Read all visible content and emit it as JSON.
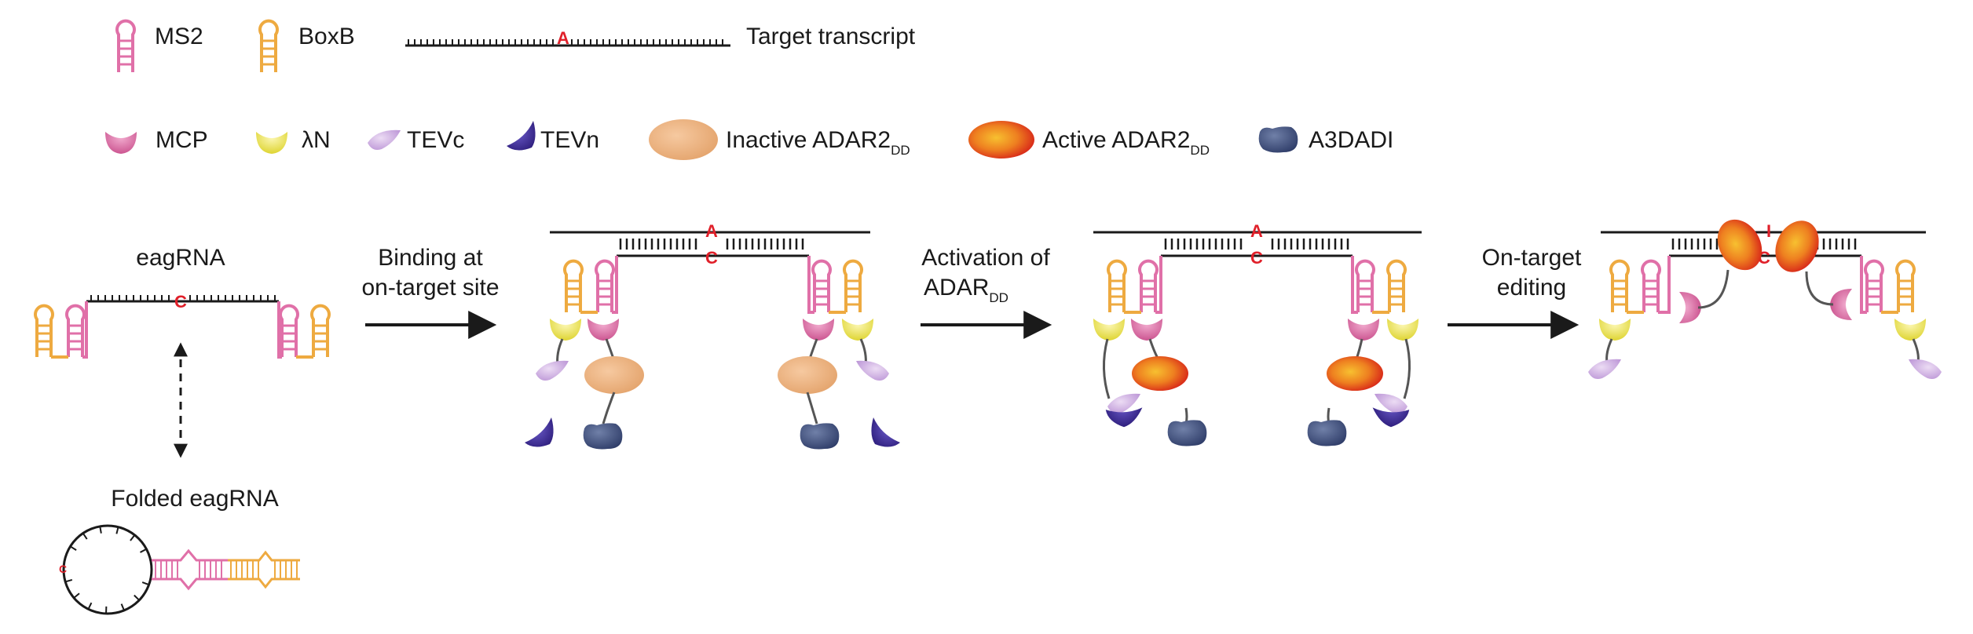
{
  "legend": {
    "ms2": "MS2",
    "boxb": "BoxB",
    "target_transcript": "Target transcript",
    "target_base": "A",
    "mcp": "MCP",
    "lambda_n": "λN",
    "tevc": "TEVc",
    "tevn": "TEVn",
    "inactive_adar_main": "Inactive ADAR2",
    "inactive_adar_sub": "DD",
    "active_adar_main": "Active ADAR2",
    "active_adar_sub": "DD",
    "a3dadi": "A3DADI"
  },
  "diagram": {
    "eagrna_label": "eagRNA",
    "eagrna_base": "C",
    "folded_label": "Folded eagRNA",
    "folded_base": "C",
    "step1_line1": "Binding at",
    "step1_line2": "on-target site",
    "step2_line1": "Activation of",
    "step2_line2_main": "ADAR",
    "step2_line2_sub": "DD",
    "step3_line1": "On-target",
    "step3_line2": "editing",
    "target_base": "A",
    "guide_base": "C",
    "edited_base": "I"
  },
  "colors": {
    "ms2": "#e070a8",
    "boxb": "#eeaa40",
    "mcp": "#d9609a",
    "lambda_n": "#e8e040",
    "tevc": "#c9a8dc",
    "tevn": "#3d2c94",
    "inactive_adar": "#e9ad78",
    "active_adar_core": "#f0a020",
    "active_adar_edge": "#d81c1c",
    "a3dadi": "#3f5080",
    "red_text": "#e0202a",
    "line": "#1a1a1a"
  }
}
